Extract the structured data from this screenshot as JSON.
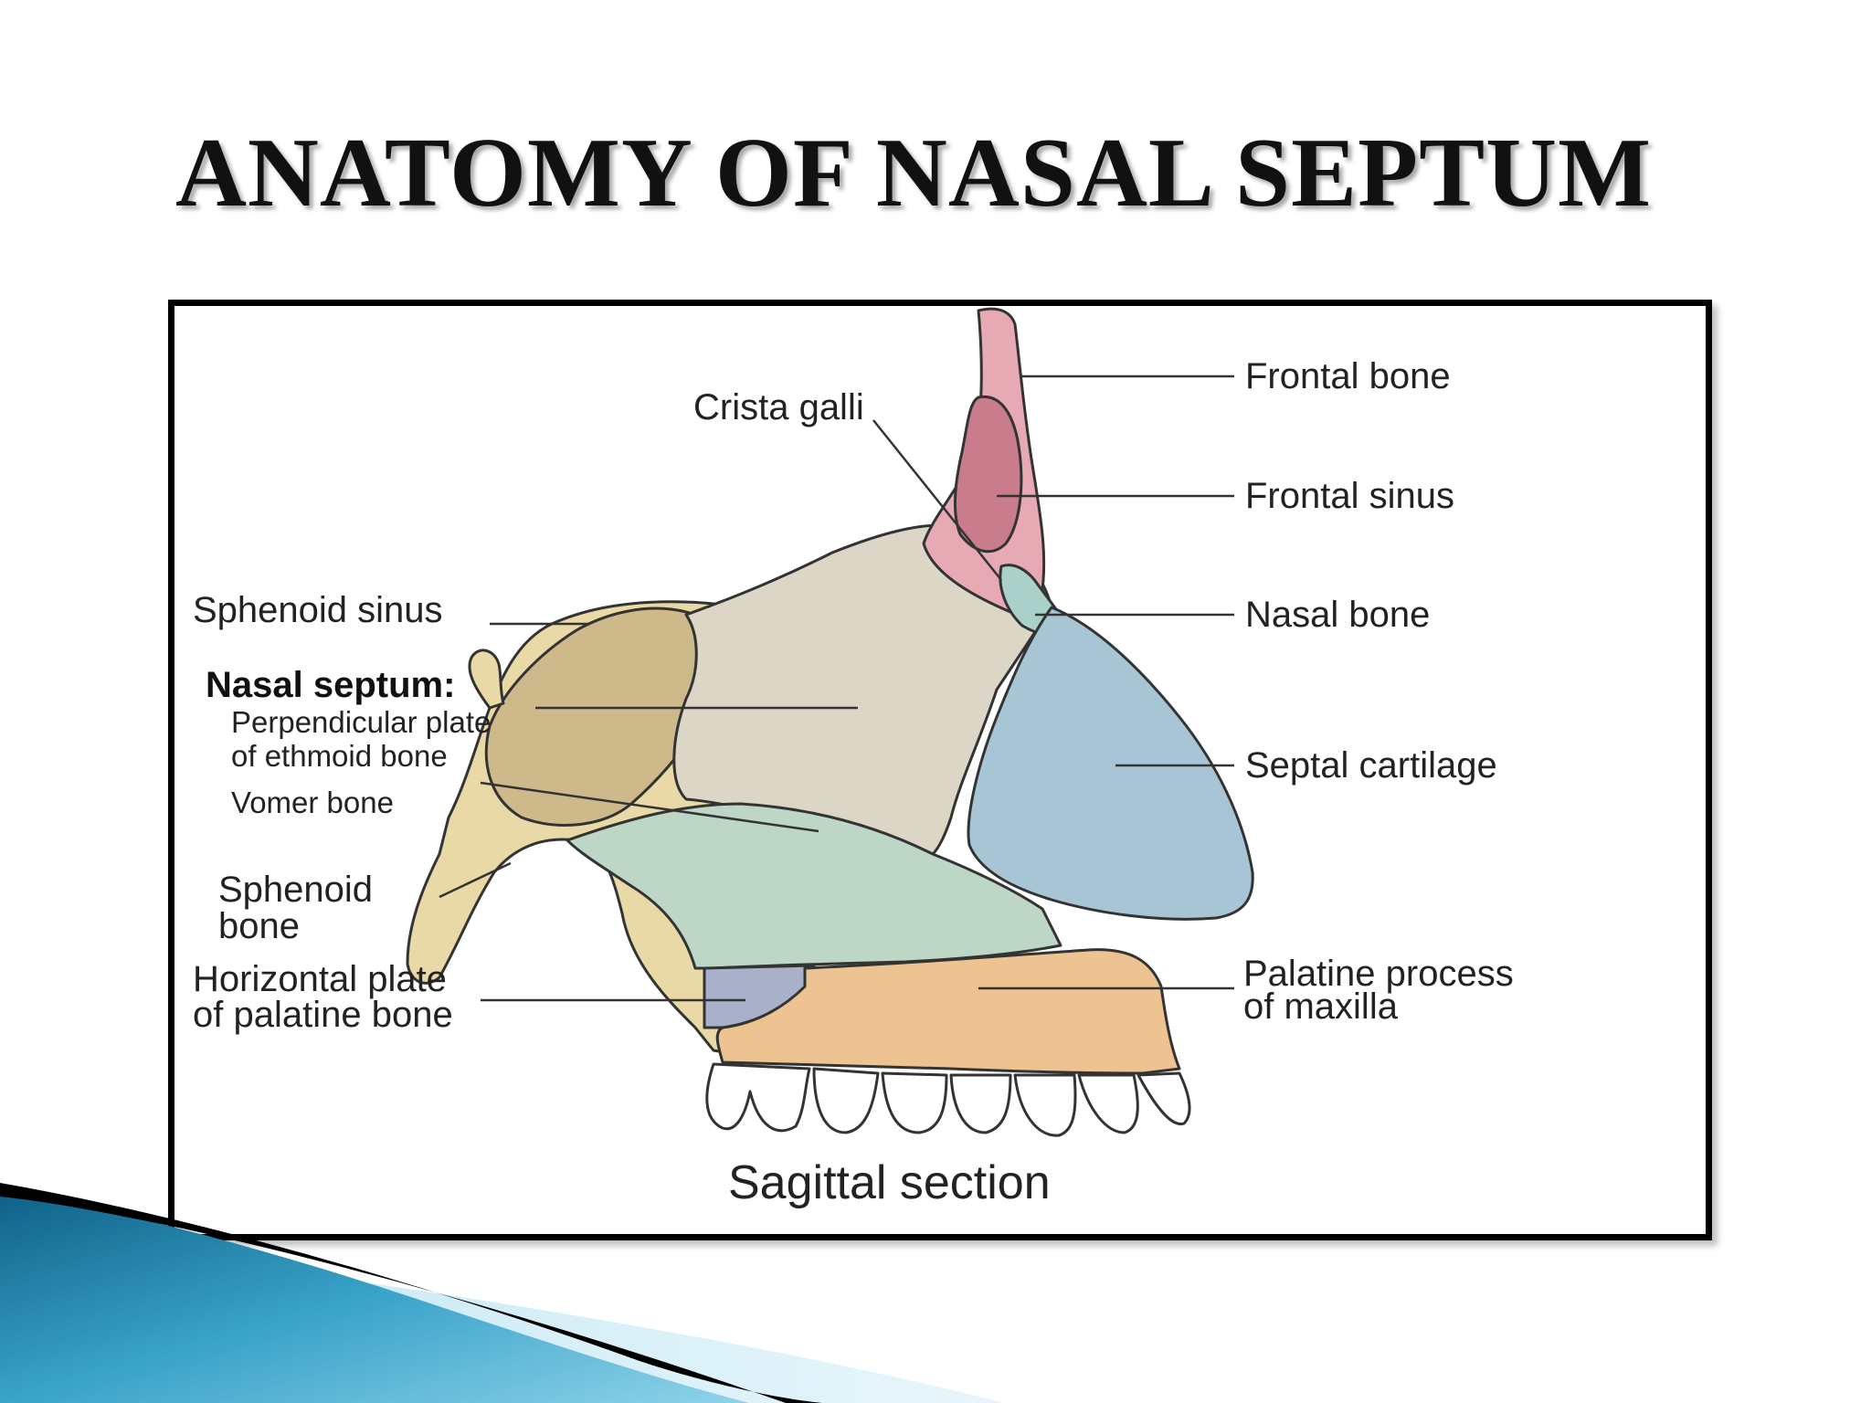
{
  "slide": {
    "title": "ANATOMY OF NASAL SEPTUM"
  },
  "figure": {
    "caption": "Sagittal section",
    "labels": {
      "crista_galli": "Crista galli",
      "frontal_bone": "Frontal bone",
      "frontal_sinus": "Frontal sinus",
      "nasal_bone": "Nasal bone",
      "sphenoid_sinus": "Sphenoid sinus",
      "nasal_septum_heading": "Nasal septum:",
      "perpendicular_plate_line1": "Perpendicular plate",
      "perpendicular_plate_line2": "of ethmoid bone",
      "vomer_bone": "Vomer bone",
      "sphenoid_bone_line1": "Sphenoid",
      "sphenoid_bone_line2": "bone",
      "septal_cartilage": "Septal cartilage",
      "horizontal_plate_line1": "Horizontal plate",
      "horizontal_plate_line2": "of palatine bone",
      "palatine_process_line1": "Palatine process",
      "palatine_process_line2": "of maxilla"
    },
    "colors": {
      "frontal_bone": "#e7a9b4",
      "frontal_sinus": "#c97d8c",
      "nasal_bone": "#a9d1c9",
      "sphenoid_bone": "#e9d9a6",
      "sphenoid_sinus": "#cdb98a",
      "ethmoid_plate": "#dcd6c7",
      "vomer": "#bdd6c6",
      "septal_cartilage": "#a7c5d4",
      "palatine_horizontal": "#a9b0c9",
      "maxilla": "#edc491",
      "teeth": "#ffffff",
      "outline": "#333333"
    }
  }
}
